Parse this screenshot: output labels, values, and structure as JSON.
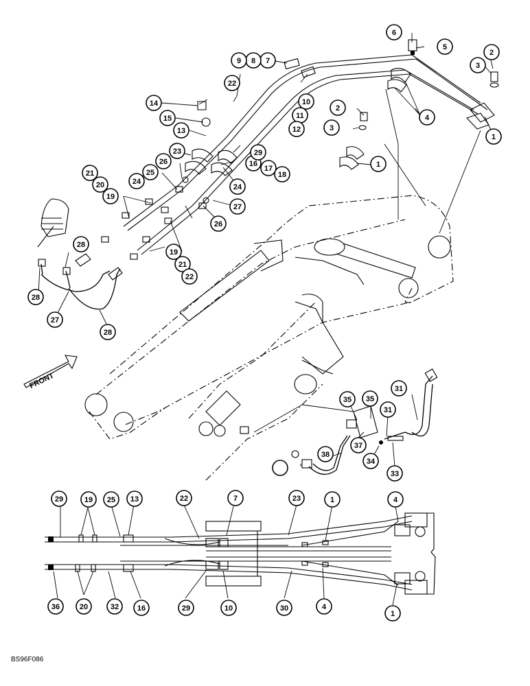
{
  "figure_id": "BS96F086",
  "front_label": "FRONT",
  "callouts": [
    "1",
    "1",
    "1",
    "1",
    "2",
    "2",
    "3",
    "3",
    "4",
    "4",
    "4",
    "5",
    "6",
    "7",
    "7",
    "8",
    "9",
    "10",
    "10",
    "11",
    "12",
    "13",
    "13",
    "14",
    "15",
    "16",
    "16",
    "17",
    "18",
    "19",
    "19",
    "19",
    "20",
    "20",
    "21",
    "21",
    "22",
    "22",
    "22",
    "23",
    "23",
    "24",
    "24",
    "25",
    "25",
    "26",
    "26",
    "27",
    "27",
    "28",
    "28",
    "28",
    "29",
    "29",
    "29",
    "30",
    "31",
    "31",
    "32",
    "33",
    "34",
    "35",
    "35",
    "36",
    "37",
    "38"
  ]
}
